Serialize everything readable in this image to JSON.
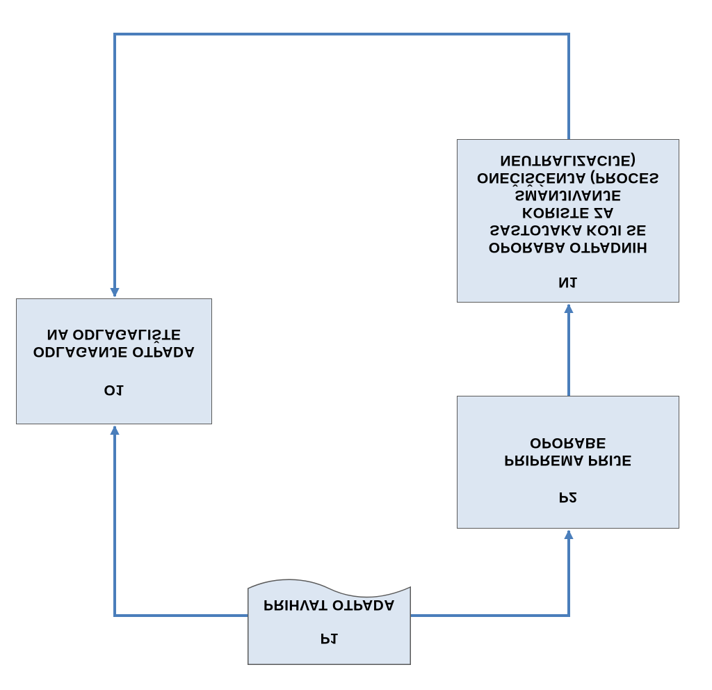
{
  "colors": {
    "box_fill": "#dce6f2",
    "box_border": "#5a5a5a",
    "connector": "#4a7ebb"
  },
  "nodes": {
    "p1": {
      "code": "P1",
      "text": "PRIHVAT OTPADA"
    },
    "p2": {
      "code": "P2",
      "text": "PRIPREMA PRIJE\nOPORABE"
    },
    "n1": {
      "code": "N1",
      "text": "OPORABA OTPADNIH\nSASTOJAKA KOJI SE\nKORISTE ZA\nSMANJIVANJE\nONEČIŠĆENJA (PROCES\nNEUTRALIZACIJE)"
    },
    "o1": {
      "code": "O1",
      "text": "ODLAGANJE OTPADA\nNA ODLAGALIŠTE"
    }
  }
}
